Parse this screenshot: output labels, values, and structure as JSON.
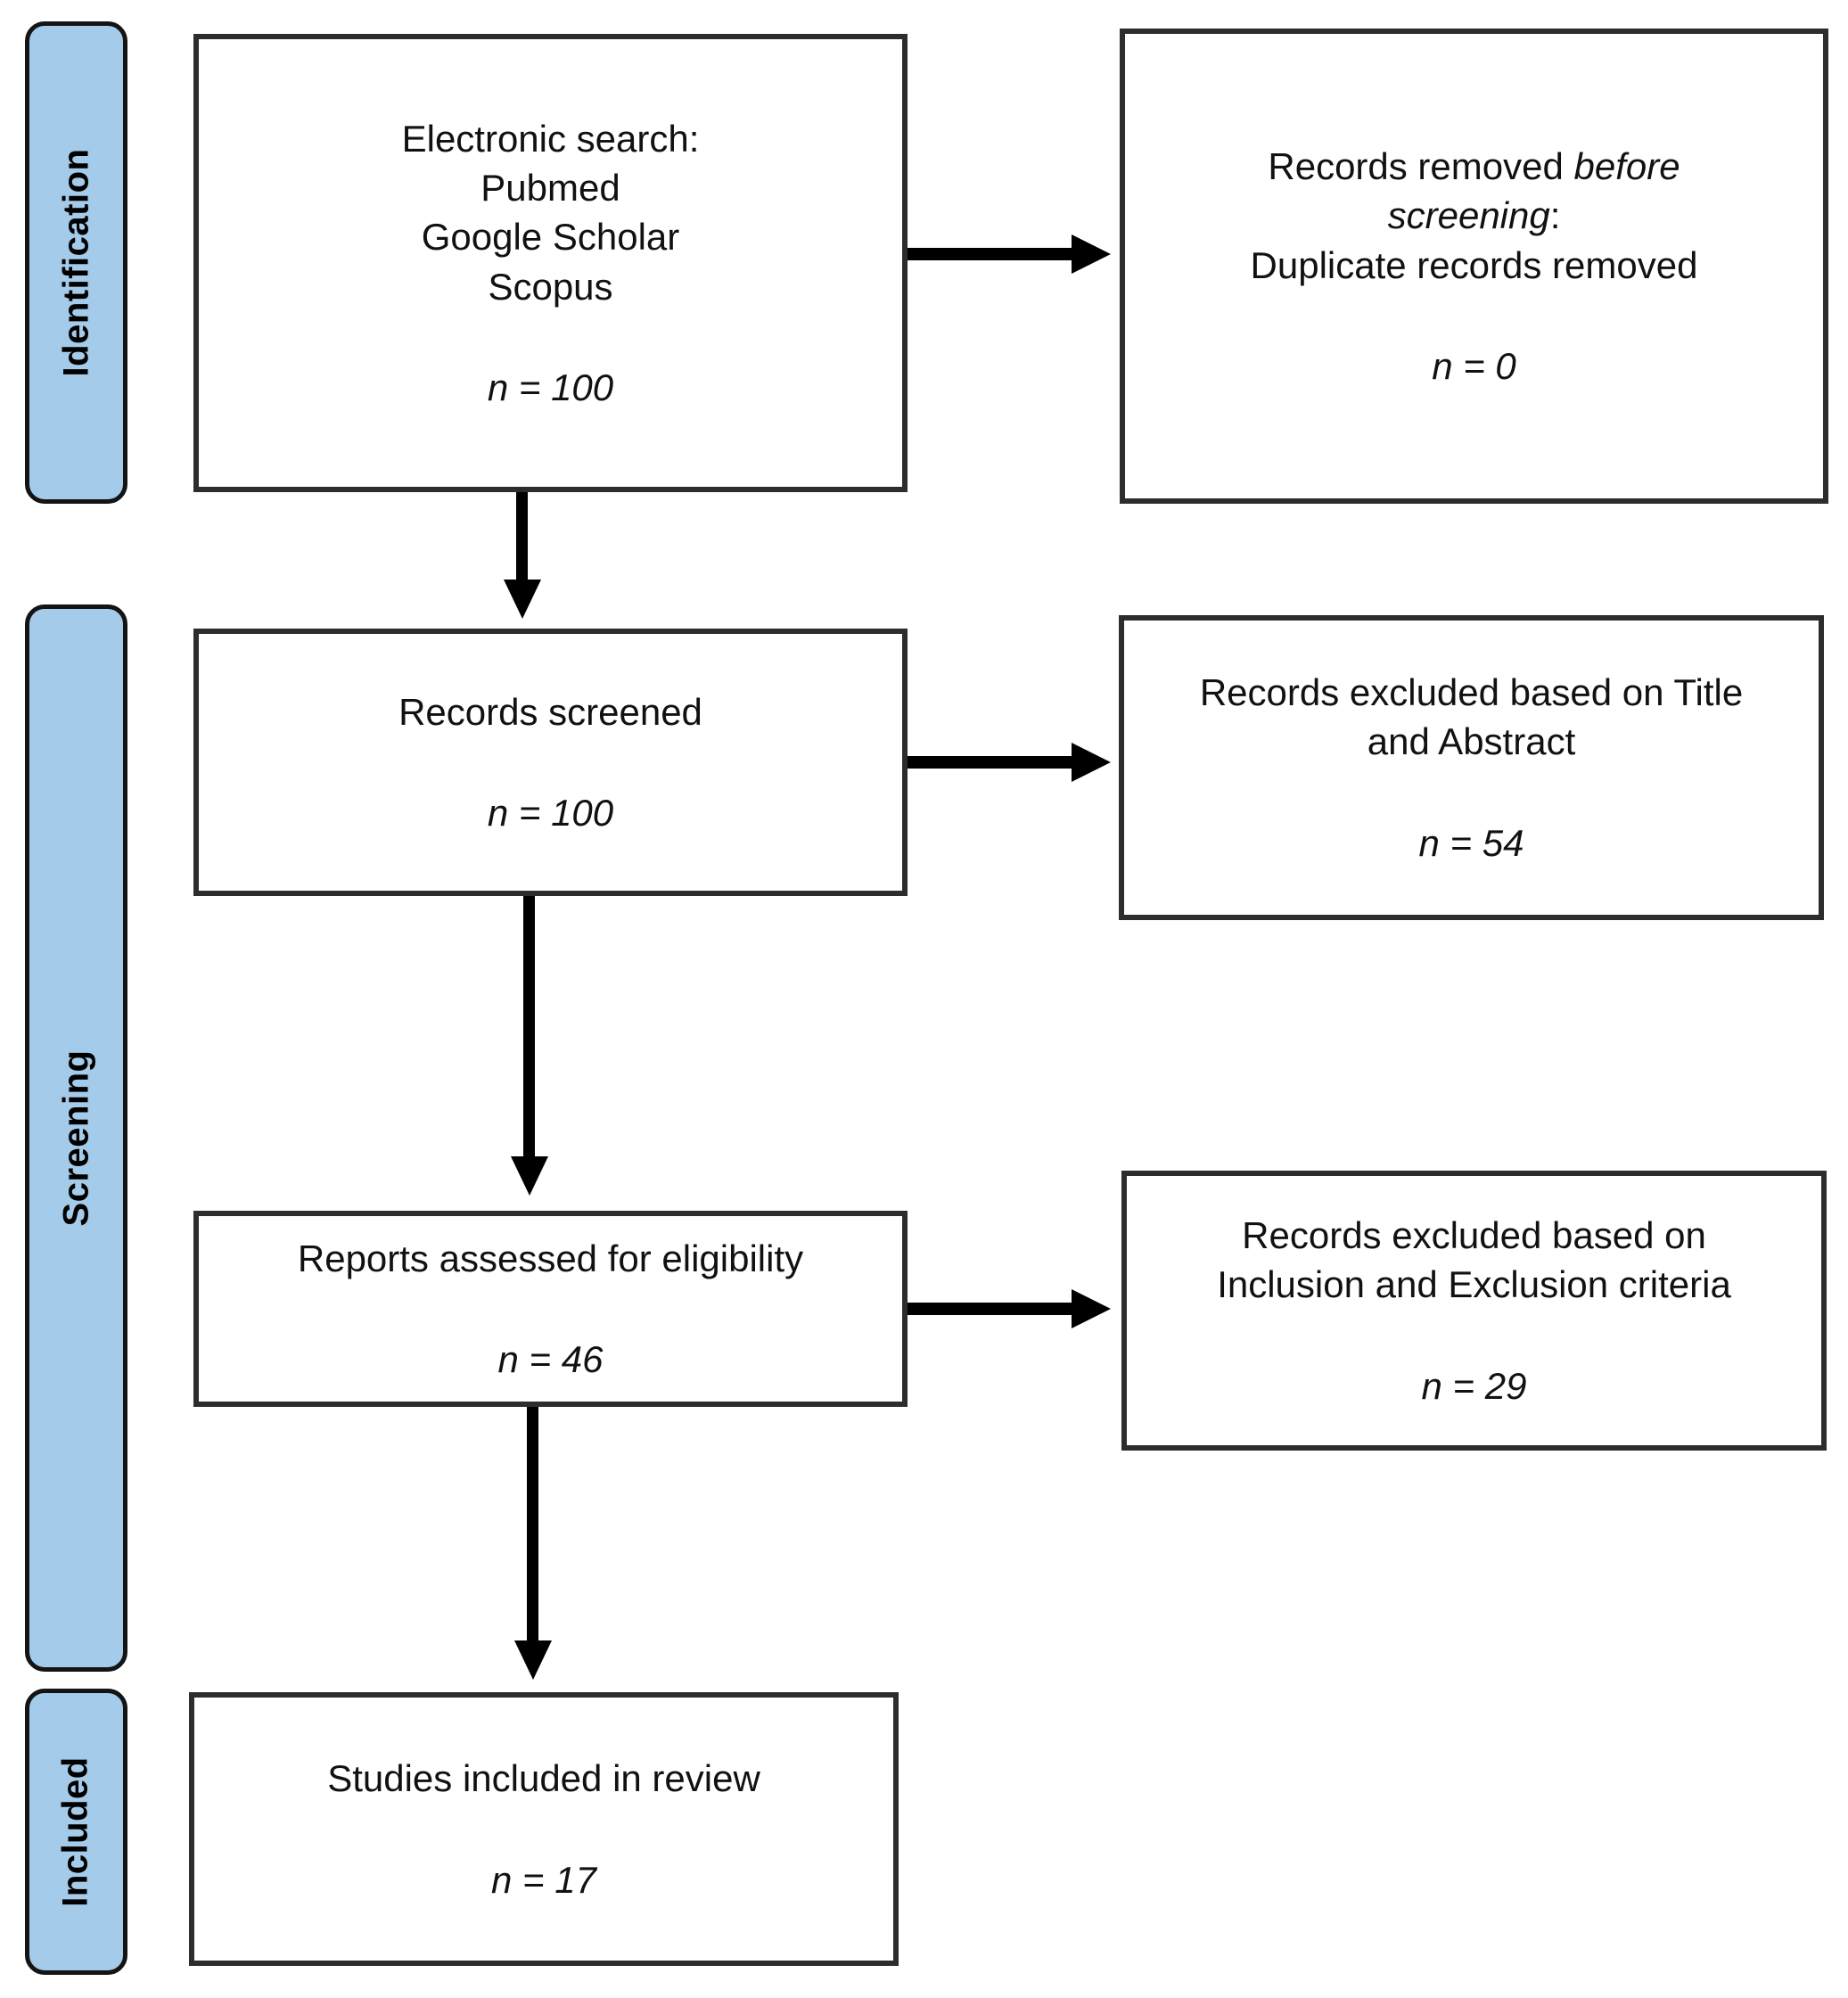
{
  "diagram": {
    "type": "prisma-flow",
    "stages": [
      {
        "label": "Identification"
      },
      {
        "label": "Screening"
      },
      {
        "label": "Included"
      }
    ],
    "boxes": {
      "search": {
        "lines": [
          "Electronic search:",
          "Pubmed",
          "Google Scholar",
          "Scopus"
        ],
        "count": "n = 100"
      },
      "removed": {
        "text_prefix": "Records removed ",
        "text_italic": "before screening",
        "text_suffix": ":",
        "line2": "Duplicate records removed",
        "count": "n = 0"
      },
      "screened": {
        "label": "Records screened",
        "count": "n = 100"
      },
      "excluded_title_abstract": {
        "label": "Records excluded based on Title and Abstract",
        "count": "n = 54"
      },
      "assessed": {
        "label": "Reports assessed for eligibility",
        "count": "n = 46"
      },
      "excluded_criteria": {
        "label": "Records excluded based on Inclusion and Exclusion criteria",
        "count": "n = 29"
      },
      "included": {
        "label": "Studies included in review",
        "count": "n = 17"
      }
    },
    "colors": {
      "stage_fill": "#A4CBE9",
      "stage_border": "#141414",
      "box_border": "#2d2d2d",
      "arrow": "#000000",
      "text": "#111111",
      "background": "#ffffff"
    }
  }
}
